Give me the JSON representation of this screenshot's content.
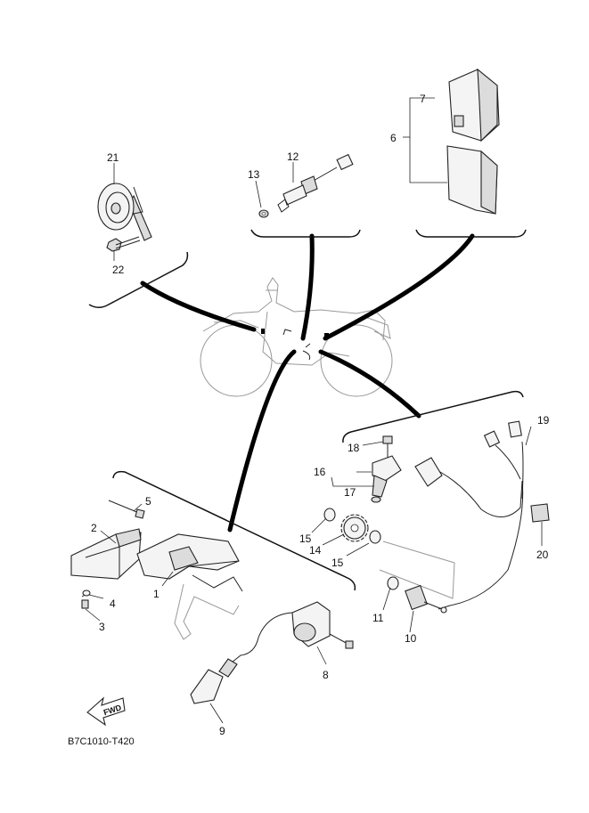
{
  "diagram": {
    "code": "B7C1010-T420",
    "fwd_label": "FWD",
    "callouts": {
      "c1": "1",
      "c2": "2",
      "c3": "3",
      "c4": "4",
      "c5": "5",
      "c6": "6",
      "c7": "7",
      "c8": "8",
      "c9": "9",
      "c10": "10",
      "c11": "11",
      "c12": "12",
      "c13": "13",
      "c14": "14",
      "c15a": "15",
      "c15b": "15",
      "c16": "16",
      "c17": "17",
      "c18": "18",
      "c19": "19",
      "c20": "20",
      "c21": "21",
      "c22": "22"
    }
  }
}
